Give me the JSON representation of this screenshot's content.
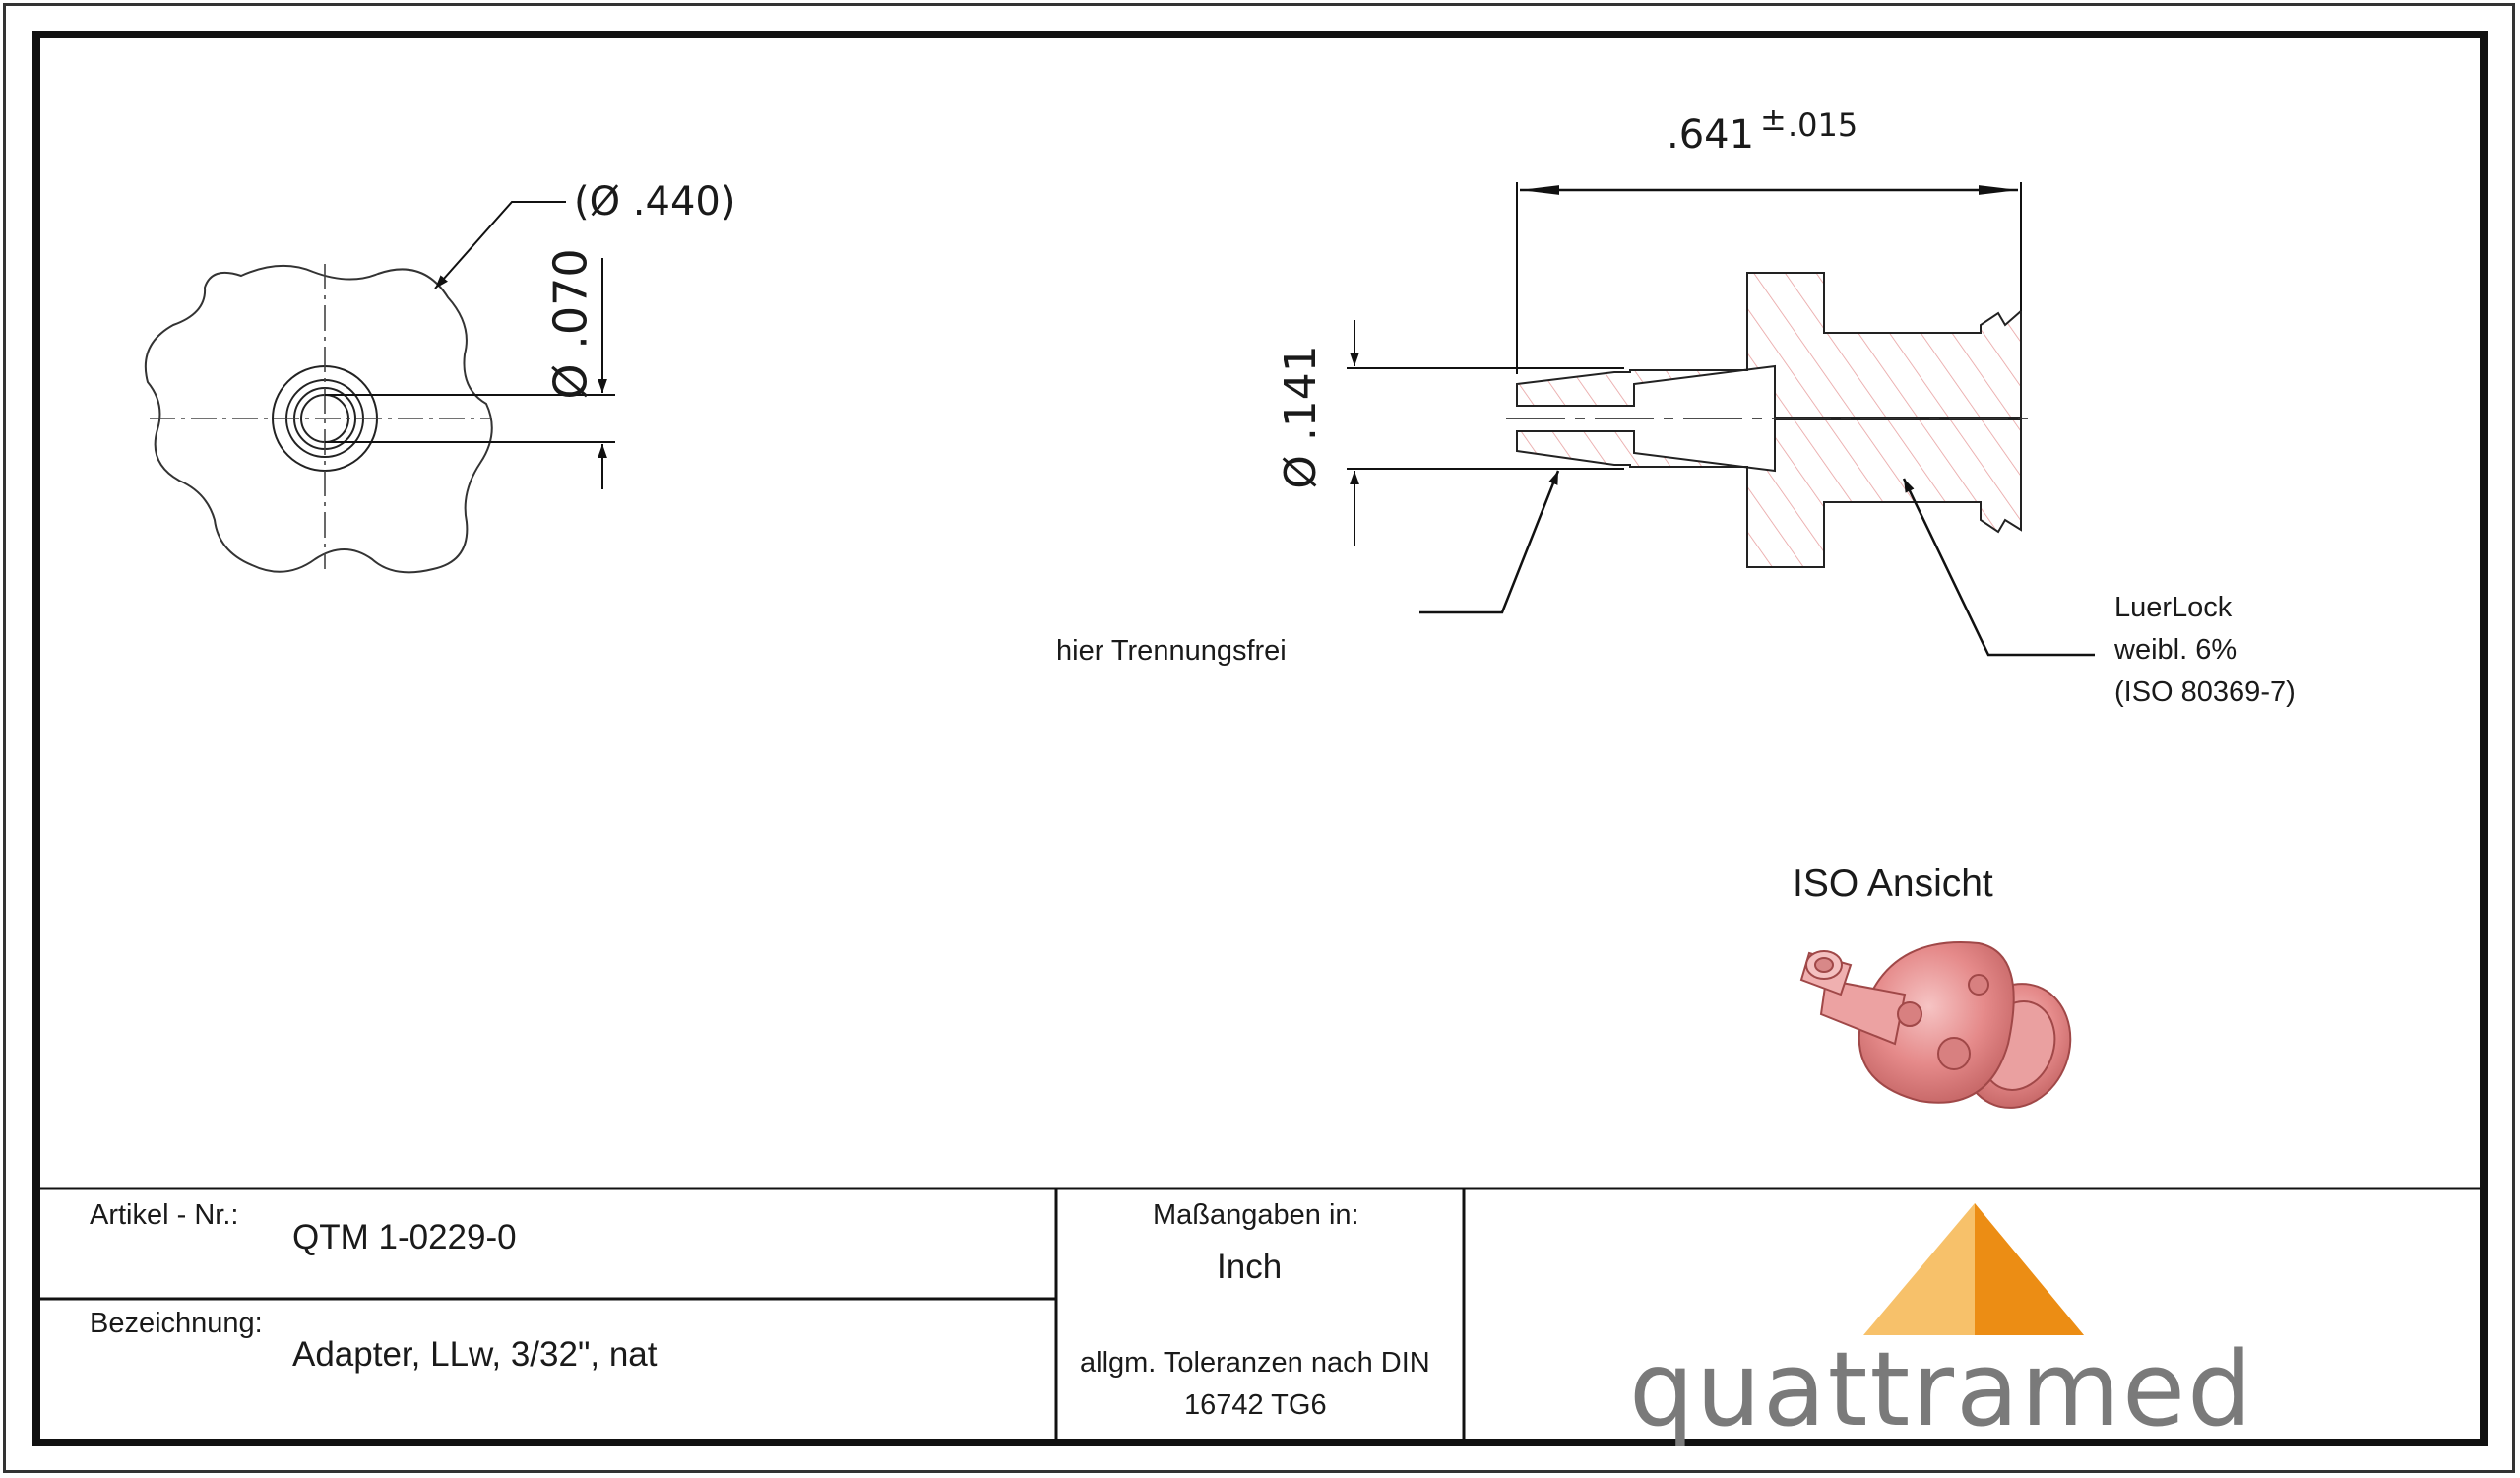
{
  "dimensions": {
    "front_dia_ref": "(Ø .440)",
    "front_dia_bore": "Ø .070",
    "side_length": ".641",
    "side_length_tol": "±",
    "side_length_tol_val": ".015",
    "side_dia_tip": "Ø .141"
  },
  "notes": {
    "separation": "hier Trennungsfrei",
    "luer_line1": "LuerLock",
    "luer_line2": "weibl. 6%",
    "luer_line3": "(ISO 80369-7)"
  },
  "iso_view": {
    "title": "ISO Ansicht"
  },
  "title_block": {
    "article_label": "Artikel - Nr.:",
    "article_value": "QTM 1-0229-0",
    "designation_label": "Bezeichnung:",
    "designation_value": "Adapter, LLw, 3/32\", nat",
    "units_label": "Maßangaben in:",
    "units_value": "Inch",
    "tolerance_line1": "allgm. Toleranzen nach DIN",
    "tolerance_line2": "16742 TG6"
  },
  "logo": {
    "company": "quattramed",
    "color_light": "#f7c16a",
    "color_dark": "#ec8d14",
    "text_color": "#7a7a7a"
  },
  "colors": {
    "line": "#111111",
    "hatch": "#e8a0a0",
    "iso_body": "#e58a8a"
  }
}
